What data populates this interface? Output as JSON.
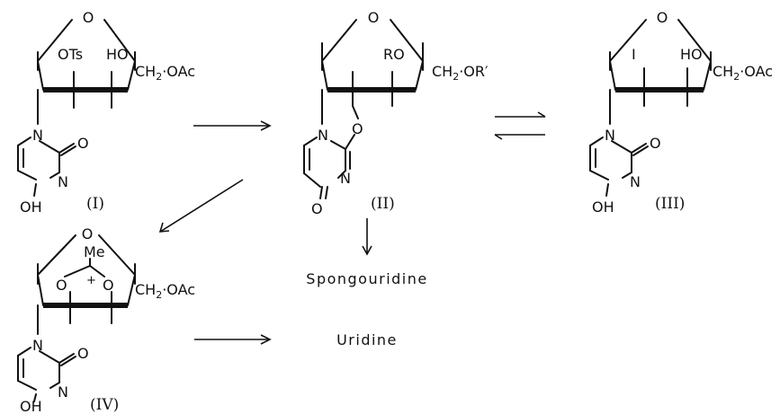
{
  "compounds": {
    "I": {
      "label": "(I)",
      "tosyl": "OTs",
      "hydroxy": "HO",
      "sidechain": "CH",
      "sidechain_sub": "2",
      "sidechain_end": "·OAc",
      "ring_n1": "N",
      "ring_o": "O",
      "ring_n3": "N",
      "ring_oh": "OH"
    },
    "II": {
      "label": "(II)",
      "ether": "RO",
      "sidechain": "CH",
      "sidechain_sub": "2",
      "sidechain_end": "·OR′",
      "ring_n1": "N",
      "bridge_o": "O",
      "ring_n3": "N",
      "ring_o4": "O"
    },
    "III": {
      "label": "(III)",
      "iodo": "I",
      "hydroxy": "HO",
      "sidechain": "CH",
      "sidechain_sub": "2",
      "sidechain_end": "·OAc",
      "ring_n1": "N",
      "ring_o": "O",
      "ring_n3": "N",
      "ring_oh": "OH"
    },
    "IV": {
      "label": "(IV)",
      "methyl": "Me",
      "charge": "+",
      "sidechain": "CH",
      "sidechain_sub": "2",
      "sidechain_end": "·OAc",
      "ring_n1": "N",
      "ring_o": "O",
      "ring_n3": "N",
      "ring_oh": "OH"
    }
  },
  "sugar_ring_oxygen": "O",
  "products": {
    "spongouridine": "Spongouridine",
    "uridine": "Uridine"
  }
}
